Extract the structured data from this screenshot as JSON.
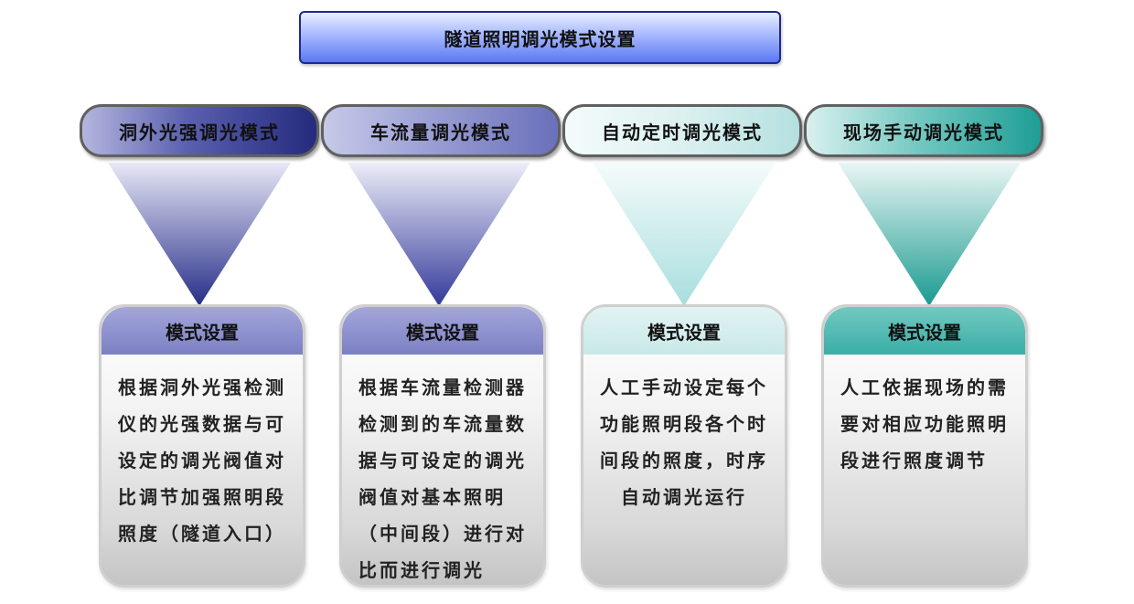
{
  "title": "隧道照明调光模式设置",
  "modes": [
    {
      "label": "洞外光强调光模式",
      "color_top": "#e7e8f6",
      "color_tip": "#262d88",
      "card_header": "模式设置",
      "card_text": "根据洞外光强检测仪的光强数据与可设定的调光阀值对比调节加强照明段照度（隧道入口）"
    },
    {
      "label": "车流量调光模式",
      "color_top": "#eceef8",
      "color_tip": "#34399a",
      "card_header": "模式设置",
      "card_text": "根据车流量检测器检测到的车流量数据与可设定的调光阀值对基本照明（中间段）进行对比而进行调光"
    },
    {
      "label": "自动定时调光模式",
      "color_top": "#f5fbfb",
      "color_tip": "#a8dede",
      "card_header": "模式设置",
      "card_text": "人工手动设定每个功能照明段各个时间段的照度，时序自动调光运行"
    },
    {
      "label": "现场手动调光模式",
      "color_top": "#eaf6f5",
      "color_tip": "#1a9a90",
      "card_header": "模式设置",
      "card_text": "人工依据现场的需要对相应功能照明段进行照度调节"
    }
  ]
}
